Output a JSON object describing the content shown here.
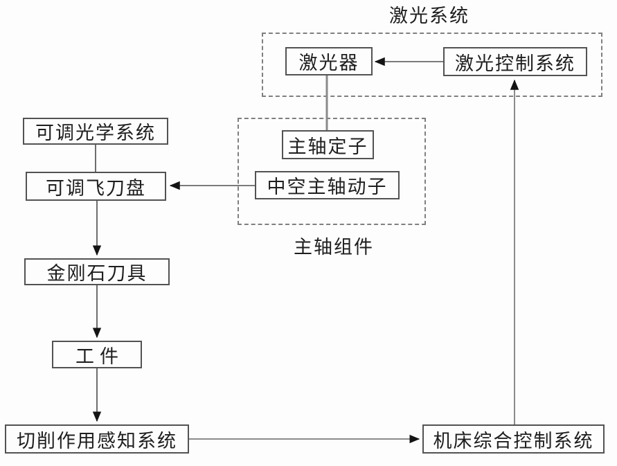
{
  "diagram": {
    "groups": {
      "laser_system": {
        "label": "激光系统"
      },
      "spindle_assembly": {
        "label": "主轴组件"
      }
    },
    "nodes": {
      "laser": {
        "label": "激光器"
      },
      "laser_control": {
        "label": "激光控制系统"
      },
      "spindle_stator": {
        "label": "主轴定子"
      },
      "hollow_spindle_mover": {
        "label": "中空主轴动子"
      },
      "adjustable_optics": {
        "label": "可调光学系统"
      },
      "adjustable_flycutter": {
        "label": "可调飞刀盘"
      },
      "diamond_tool": {
        "label": "金刚石刀具"
      },
      "workpiece": {
        "label": "工件"
      },
      "cutting_sensing": {
        "label": "切削作用感知系统"
      },
      "machine_control": {
        "label": "机床综合控制系统"
      }
    },
    "edges": [
      {
        "from": "laser_control",
        "to": "laser",
        "arrow": true
      },
      {
        "from": "machine_control",
        "to": "laser_control",
        "arrow": true
      },
      {
        "from": "laser",
        "to": "spindle_stator",
        "arrow": false
      },
      {
        "from": "hollow_spindle_mover",
        "to": "adjustable_flycutter",
        "arrow": true
      },
      {
        "from": "adjustable_optics",
        "to": "adjustable_flycutter",
        "arrow": false
      },
      {
        "from": "adjustable_flycutter",
        "to": "diamond_tool",
        "arrow": true
      },
      {
        "from": "diamond_tool",
        "to": "workpiece",
        "arrow": true
      },
      {
        "from": "workpiece",
        "to": "cutting_sensing",
        "arrow": true
      },
      {
        "from": "cutting_sensing",
        "to": "machine_control",
        "arrow": true
      }
    ],
    "colors": {
      "background": "#fdfdfd",
      "box_border": "#525252",
      "dashed_border": "#7f7f7f",
      "connector_line": "#7a7a7a",
      "arrowhead": "#141414",
      "text": "#1e1e1e"
    }
  }
}
